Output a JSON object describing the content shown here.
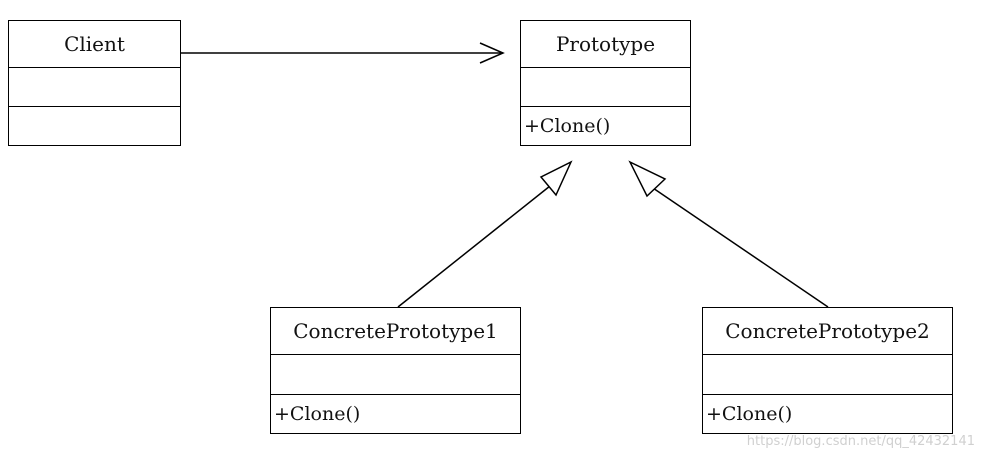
{
  "classes": {
    "client": {
      "name": "Client"
    },
    "prototype": {
      "name": "Prototype",
      "operation": "+Clone()"
    },
    "concrete1": {
      "name": "ConcretePrototype1",
      "operation": "+Clone()"
    },
    "concrete2": {
      "name": "ConcretePrototype2",
      "operation": "+Clone()"
    }
  },
  "relations": [
    {
      "from": "Client",
      "to": "Prototype",
      "type": "association"
    },
    {
      "from": "ConcretePrototype1",
      "to": "Prototype",
      "type": "generalization"
    },
    {
      "from": "ConcretePrototype2",
      "to": "Prototype",
      "type": "generalization"
    }
  ],
  "watermark": "https://blog.csdn.net/qq_42432141"
}
